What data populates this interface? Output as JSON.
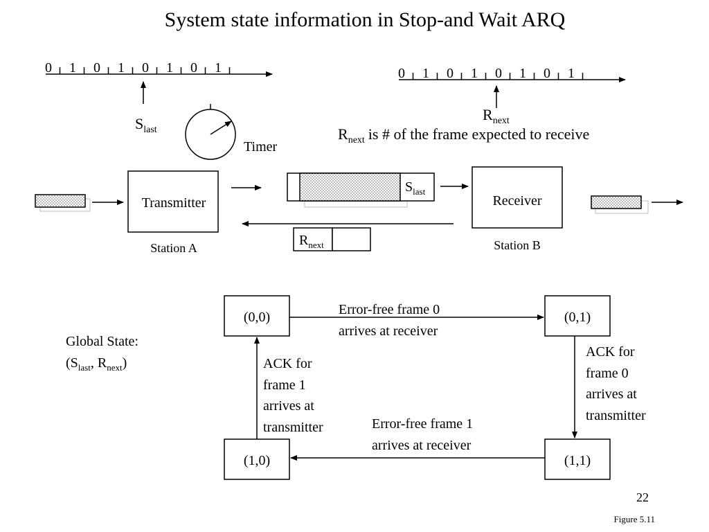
{
  "title": "System state information in Stop-and Wait ARQ",
  "sender_sequence": [
    "0",
    "1",
    "0",
    "1",
    "0",
    "1",
    "0",
    "1"
  ],
  "receiver_sequence": [
    "0",
    "1",
    "0",
    "1",
    "0",
    "1",
    "0",
    "1"
  ],
  "s_last": {
    "main": "S",
    "sub": "last"
  },
  "r_next": {
    "main": "R",
    "sub": "next"
  },
  "r_next_note": "is # of the frame expected to receive",
  "timer_label": "Timer",
  "transmitter_label": "Transmitter",
  "receiver_label": "Receiver",
  "station_a": "Station A",
  "station_b": "Station B",
  "global_state": {
    "line1": "Global State:",
    "open": "(",
    "comma": ", ",
    "close": ")"
  },
  "states": {
    "s00": "(0,0)",
    "s01": "(0,1)",
    "s10": "(1,0)",
    "s11": "(1,1)"
  },
  "transitions": {
    "frame0": [
      "Error-free frame 0",
      "arrives at receiver"
    ],
    "ack0": [
      "ACK for",
      "frame 0",
      "arrives at",
      "transmitter"
    ],
    "frame1": [
      "Error-free frame 1",
      "arrives at receiver"
    ],
    "ack1": [
      "ACK for",
      "frame 1",
      "arrives at",
      "transmitter"
    ]
  },
  "page_number": "22",
  "figure_label": "Figure 5.11"
}
